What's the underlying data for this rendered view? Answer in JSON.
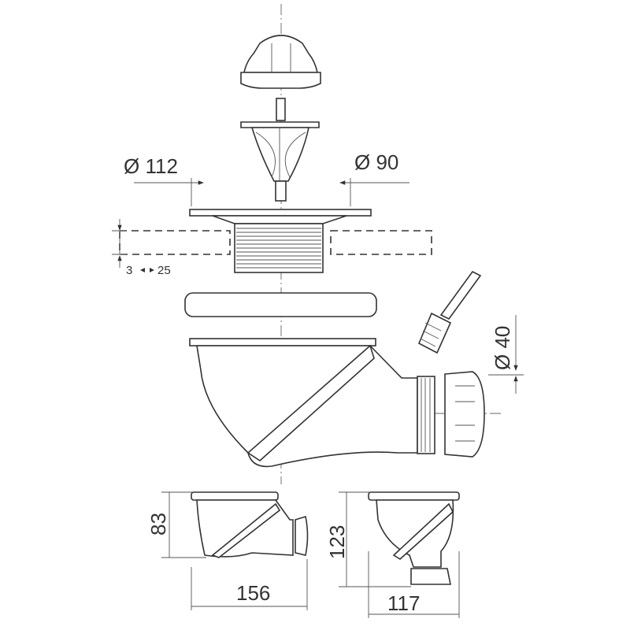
{
  "dimensions": {
    "flange_diameter": "Ø 112",
    "body_diameter": "Ø 90",
    "thickness_min": "3",
    "thickness_max": "25",
    "outlet_diameter": "Ø 40",
    "side_view_height": "83",
    "side_view_width": "156",
    "front_view_height": "123",
    "front_view_width": "117"
  }
}
